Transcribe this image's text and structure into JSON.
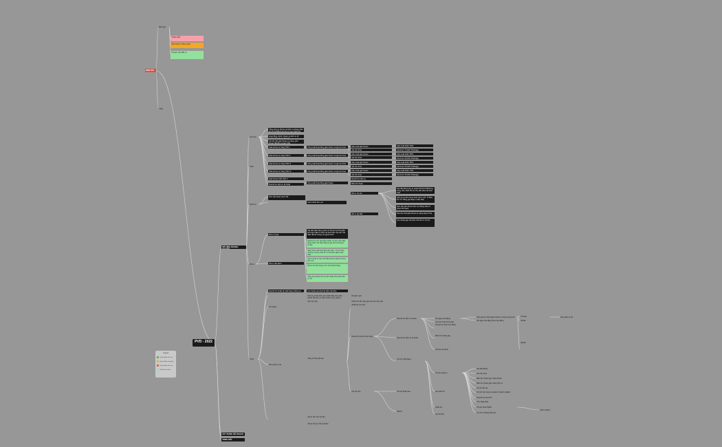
{
  "map": {
    "root": "PVD - 2022",
    "groups": {
      "s1": "MÔ HÌNH DOANH NGHIỆP",
      "s2": "XÂY DỰNG KẾ HOẠCH",
      "s3": "ĐỊNH GIÁ",
      "s4": "TỔNG KẾT"
    },
    "nodes": [
      {
        "id": "t1",
        "text": "Sơ lược doanh nghiệp"
      },
      {
        "id": "t2",
        "text": "Triển vọng ngành"
      },
      {
        "id": "t3",
        "text": "Mô hình kinh doanh"
      },
      {
        "id": "t4",
        "text": "Rủi ro"
      },
      {
        "id": "t5",
        "text": "Tổng hợp"
      },
      {
        "id": "t6",
        "text": "Kế hoạch"
      },
      {
        "id": "t7",
        "text": "Định giá"
      },
      {
        "id": "t8",
        "text": "Tổng kết"
      },
      {
        "id": "a1",
        "text": "Tổng công ty Khoan và Dịch vụ khoan Dầu khí (PV Drilling) là công ty con của PVN"
      },
      {
        "id": "a2",
        "text": "Hoạt động chính: khoan và dịch vụ kỹ thuật giếng khoan dầu khí"
      },
      {
        "id": "a3",
        "text": "Sở hữu đội giàn khoan tự nâng, giàn khoan đất liền và giàn TAD"
      },
      {
        "id": "b1",
        "text": "Giàn khoan tự nâng PVD I"
      },
      {
        "id": "b2",
        "text": "Giàn khoan tự nâng PVD II"
      },
      {
        "id": "b3",
        "text": "Giàn khoan tự nâng PVD III"
      },
      {
        "id": "b4",
        "text": "Giàn khoan tự nâng PVD VI"
      },
      {
        "id": "b5",
        "text": "Giàn khoan TAD PVD V"
      },
      {
        "id": "b6",
        "text": "Doanh thu dịch vụ kỹ thuật"
      },
      {
        "id": "c1",
        "text": "Công suất hoạt động giàn khoan và giá cho thuê giàn khoan"
      },
      {
        "id": "c2",
        "text": "Công suất hoạt động giàn khoan và giá cho thuê giàn khoan"
      },
      {
        "id": "c3",
        "text": "Công suất hoạt động giàn khoan và giá cho thuê giàn khoan"
      },
      {
        "id": "c4",
        "text": "Công suất hoạt động giàn khoan và giá cho thuê giàn khoan"
      },
      {
        "id": "c5",
        "text": "Công suất hoạt động giàn khoan"
      },
      {
        "id": "d1",
        "text": "Hiệu suất giàn khoan"
      },
      {
        "id": "d2",
        "text": "Giá cho thuê"
      },
      {
        "id": "d3",
        "text": "Hiệu suất giàn khoan"
      },
      {
        "id": "d4",
        "text": "Giá cho thuê"
      },
      {
        "id": "d5",
        "text": "Hiệu suất giàn khoan"
      },
      {
        "id": "d6",
        "text": "Giá cho thuê"
      },
      {
        "id": "d7",
        "text": "Hiệu suất giàn khoan"
      },
      {
        "id": "d8",
        "text": "Giá cho thuê"
      },
      {
        "id": "d9",
        "text": "Doanh thu dịch vụ"
      },
      {
        "id": "d10",
        "text": "Biên lợi nhuận"
      },
      {
        "id": "e1",
        "text": "Hiệu suất 2022: 90%"
      },
      {
        "id": "e2",
        "text": "Giá thuê: 70.000 USD/ngày"
      },
      {
        "id": "e3",
        "text": "Hiệu suất 2022: 85%"
      },
      {
        "id": "e4",
        "text": "Giá thuê: 68.000 USD/ngày"
      },
      {
        "id": "e5",
        "text": "Hiệu suất 2022: 80%"
      },
      {
        "id": "e6",
        "text": "Giá thuê: 65.000 USD/ngày"
      },
      {
        "id": "e7",
        "text": "Hiệu suất 2022: 75%"
      },
      {
        "id": "e8",
        "text": "Giá thuê: 60.000 USD/ngày"
      },
      {
        "id": "f1",
        "text": "Giá dầu Brent duy trì quanh 80-90 USD/thùng trong năm 2022 hỗ trợ nhu cầu thăm dò khai thác"
      },
      {
        "id": "f2",
        "text": "Các dự án lớn trong nước như Lô B - Ô Môn, Sư Tử Trắng giai đoạn 2 triển khai"
      },
      {
        "id": "f3",
        "text": "Nhu cầu giàn khoan khu vực Đông Nam Á phục hồi mạnh"
      },
      {
        "id": "f4",
        "text": "Giá cho thuê giàn khoan tự nâng tăng trở lại"
      },
      {
        "id": "f5",
        "text": "Lợi nhuận gộp cải thiện nhờ tối ưu chi phí"
      },
      {
        "id": "g1",
        "text": "Nhu cầu khoan phục hồi"
      },
      {
        "id": "g2",
        "text": "Cạnh tranh khu vực"
      },
      {
        "id": "g3",
        "text": "Rủi ro chi phí"
      },
      {
        "id": "h1",
        "text": "Rủi ro giá dầu"
      },
      {
        "id": "h2",
        "text": "Rủi ro tỷ giá"
      },
      {
        "id": "h3",
        "text": "Rủi ro vận hành"
      },
      {
        "id": "i1",
        "text": "Giá dầu biến động mạnh có thể ảnh hưởng đến kế hoạch đầu tư thăm dò khai thác của các nhà thầu dầu khí trong và ngoài nước"
      },
      {
        "id": "i2",
        "text": "Doanh thu chủ yếu bằng USD, chi phí một phần bằng VND nên biến động tỷ giá ảnh hưởng lợi nhuận"
      },
      {
        "id": "i3",
        "text": "Giàn khoan đã hoạt động lâu năm, chi phí bảo dưỡng và sửa chữa lớn có thể làm giảm hiệu suất"
      },
      {
        "id": "i4",
        "text": "Cạnh tranh từ các nhà thầu khoan quốc tế trong khu vực"
      },
      {
        "id": "i5",
        "text": "Rủi ro thu hồi công nợ từ các khách hàng"
      },
      {
        "id": "j1",
        "text": "Tổng hợp doanh thu và lợi nhuận theo kịch bản cơ sở"
      },
      {
        "id": "j2",
        "text": "Doanh thu thuần dự kiến tăng trưởng so với năm 2021"
      },
      {
        "id": "j3",
        "text": "Lợi nhuận sau thuế dự kiến cải thiện"
      },
      {
        "id": "k1",
        "text": "Phương pháp định giá: chiết khấu dòng tiền (DCF) kết hợp so sánh P/B với các doanh nghiệp cùng ngành trong khu vực"
      },
      {
        "id": "k2",
        "text": "Giá mục tiêu"
      },
      {
        "id": "k3",
        "text": "Khuyến nghị"
      },
      {
        "id": "k4",
        "text": "Phân tích độ nhạy giá mục tiêu theo giá dầu và giá cho thuê giàn khoan"
      },
      {
        "id": "l1",
        "text": "Thiết lập mô hình"
      },
      {
        "id": "l2",
        "text": "Doanh thu theo từng mảng"
      },
      {
        "id": "l3",
        "text": "Chi phí vốn"
      },
      {
        "id": "l4",
        "text": "Dòng tiền tự do"
      },
      {
        "id": "m1",
        "text": "Doanh thu dịch vụ khoan"
      },
      {
        "id": "m2",
        "text": "Doanh thu dịch vụ kỹ thuật giếng khoan"
      },
      {
        "id": "m3",
        "text": "Chi phí hoạt động"
      },
      {
        "id": "m4",
        "text": "Chi phí khấu hao"
      },
      {
        "id": "m5",
        "text": "WACC"
      },
      {
        "id": "m6",
        "text": "Tăng trưởng dài hạn"
      },
      {
        "id": "n1",
        "text": "Số ngày hoạt động"
      },
      {
        "id": "n2",
        "text": "Giá cho thuê bình quân"
      },
      {
        "id": "n3",
        "text": "Doanh thu theo hợp đồng"
      },
      {
        "id": "n4",
        "text": "Biên lợi nhuận gộp"
      },
      {
        "id": "n5",
        "text": "Chi phí tài chính"
      },
      {
        "id": "n6",
        "text": "Chi phí quản lý"
      },
      {
        "id": "n7",
        "text": "Lãi suất phi rủi ro"
      },
      {
        "id": "n8",
        "text": "Phần bù rủi ro"
      },
      {
        "id": "n9",
        "text": "Hệ số beta"
      },
      {
        "id": "o1",
        "text": "Mức giá cho thuê giàn khoan tự nâng trung bình năm 2022"
      },
      {
        "id": "o2",
        "text": "Số ngày hoạt động theo hợp đồng"
      },
      {
        "id": "o3",
        "text": "Giá dầu Brent"
      },
      {
        "id": "o4",
        "text": "Giá cho thuê"
      },
      {
        "id": "o5",
        "text": "Biên lợi nhuận gộp mảng khoan"
      },
      {
        "id": "o6",
        "text": "Biên lợi nhuận gộp mảng dịch vụ"
      },
      {
        "id": "o7",
        "text": "Chi phí lãi vay"
      },
      {
        "id": "o8",
        "text": "Chi phí bán hàng và quản lý doanh nghiệp"
      },
      {
        "id": "o9",
        "text": "Doanh thu tài chính"
      },
      {
        "id": "o10",
        "text": "Thu nhập khác"
      },
      {
        "id": "o11",
        "text": "Chi phí thuế TNDN"
      },
      {
        "id": "o12",
        "text": "Lợi ích cổ đông thiểu số"
      },
      {
        "id": "p1",
        "text": "Chỉ tiêu"
      },
      {
        "id": "p2",
        "text": "Số liệu"
      },
      {
        "id": "p3",
        "text": "Nguồn"
      },
      {
        "id": "q1",
        "text": "Dòng tiền tự do"
      },
      {
        "id": "q2",
        "text": "Giá trị doanh nghiệp"
      },
      {
        "id": "q3",
        "text": "Giá trị vốn chủ sở hữu"
      },
      {
        "id": "q4",
        "text": "Giá trị hợp lý mỗi cổ phiếu"
      },
      {
        "id": "r1",
        "text": "TỔNG KẾT"
      },
      {
        "id": "r2",
        "text": "NỘI DUNG TỔNG HỢP"
      },
      {
        "id": "r3",
        "text": "Khuyến nghị đầu tư"
      }
    ],
    "legend": {
      "title": "Legend",
      "items": [
        "Quan điểm tích cực",
        "Quan điểm trung lập",
        "Quan điểm tiêu cực",
        "Số liệu ước tính"
      ]
    }
  },
  "colors": {
    "background": "#979797",
    "node_dark": "#1b1b1b",
    "node_green": "#93e09c",
    "node_pink": "#f6a0ae",
    "node_orange": "#f5a623",
    "node_red": "#e74c3c",
    "link": "#d9d9d9"
  }
}
